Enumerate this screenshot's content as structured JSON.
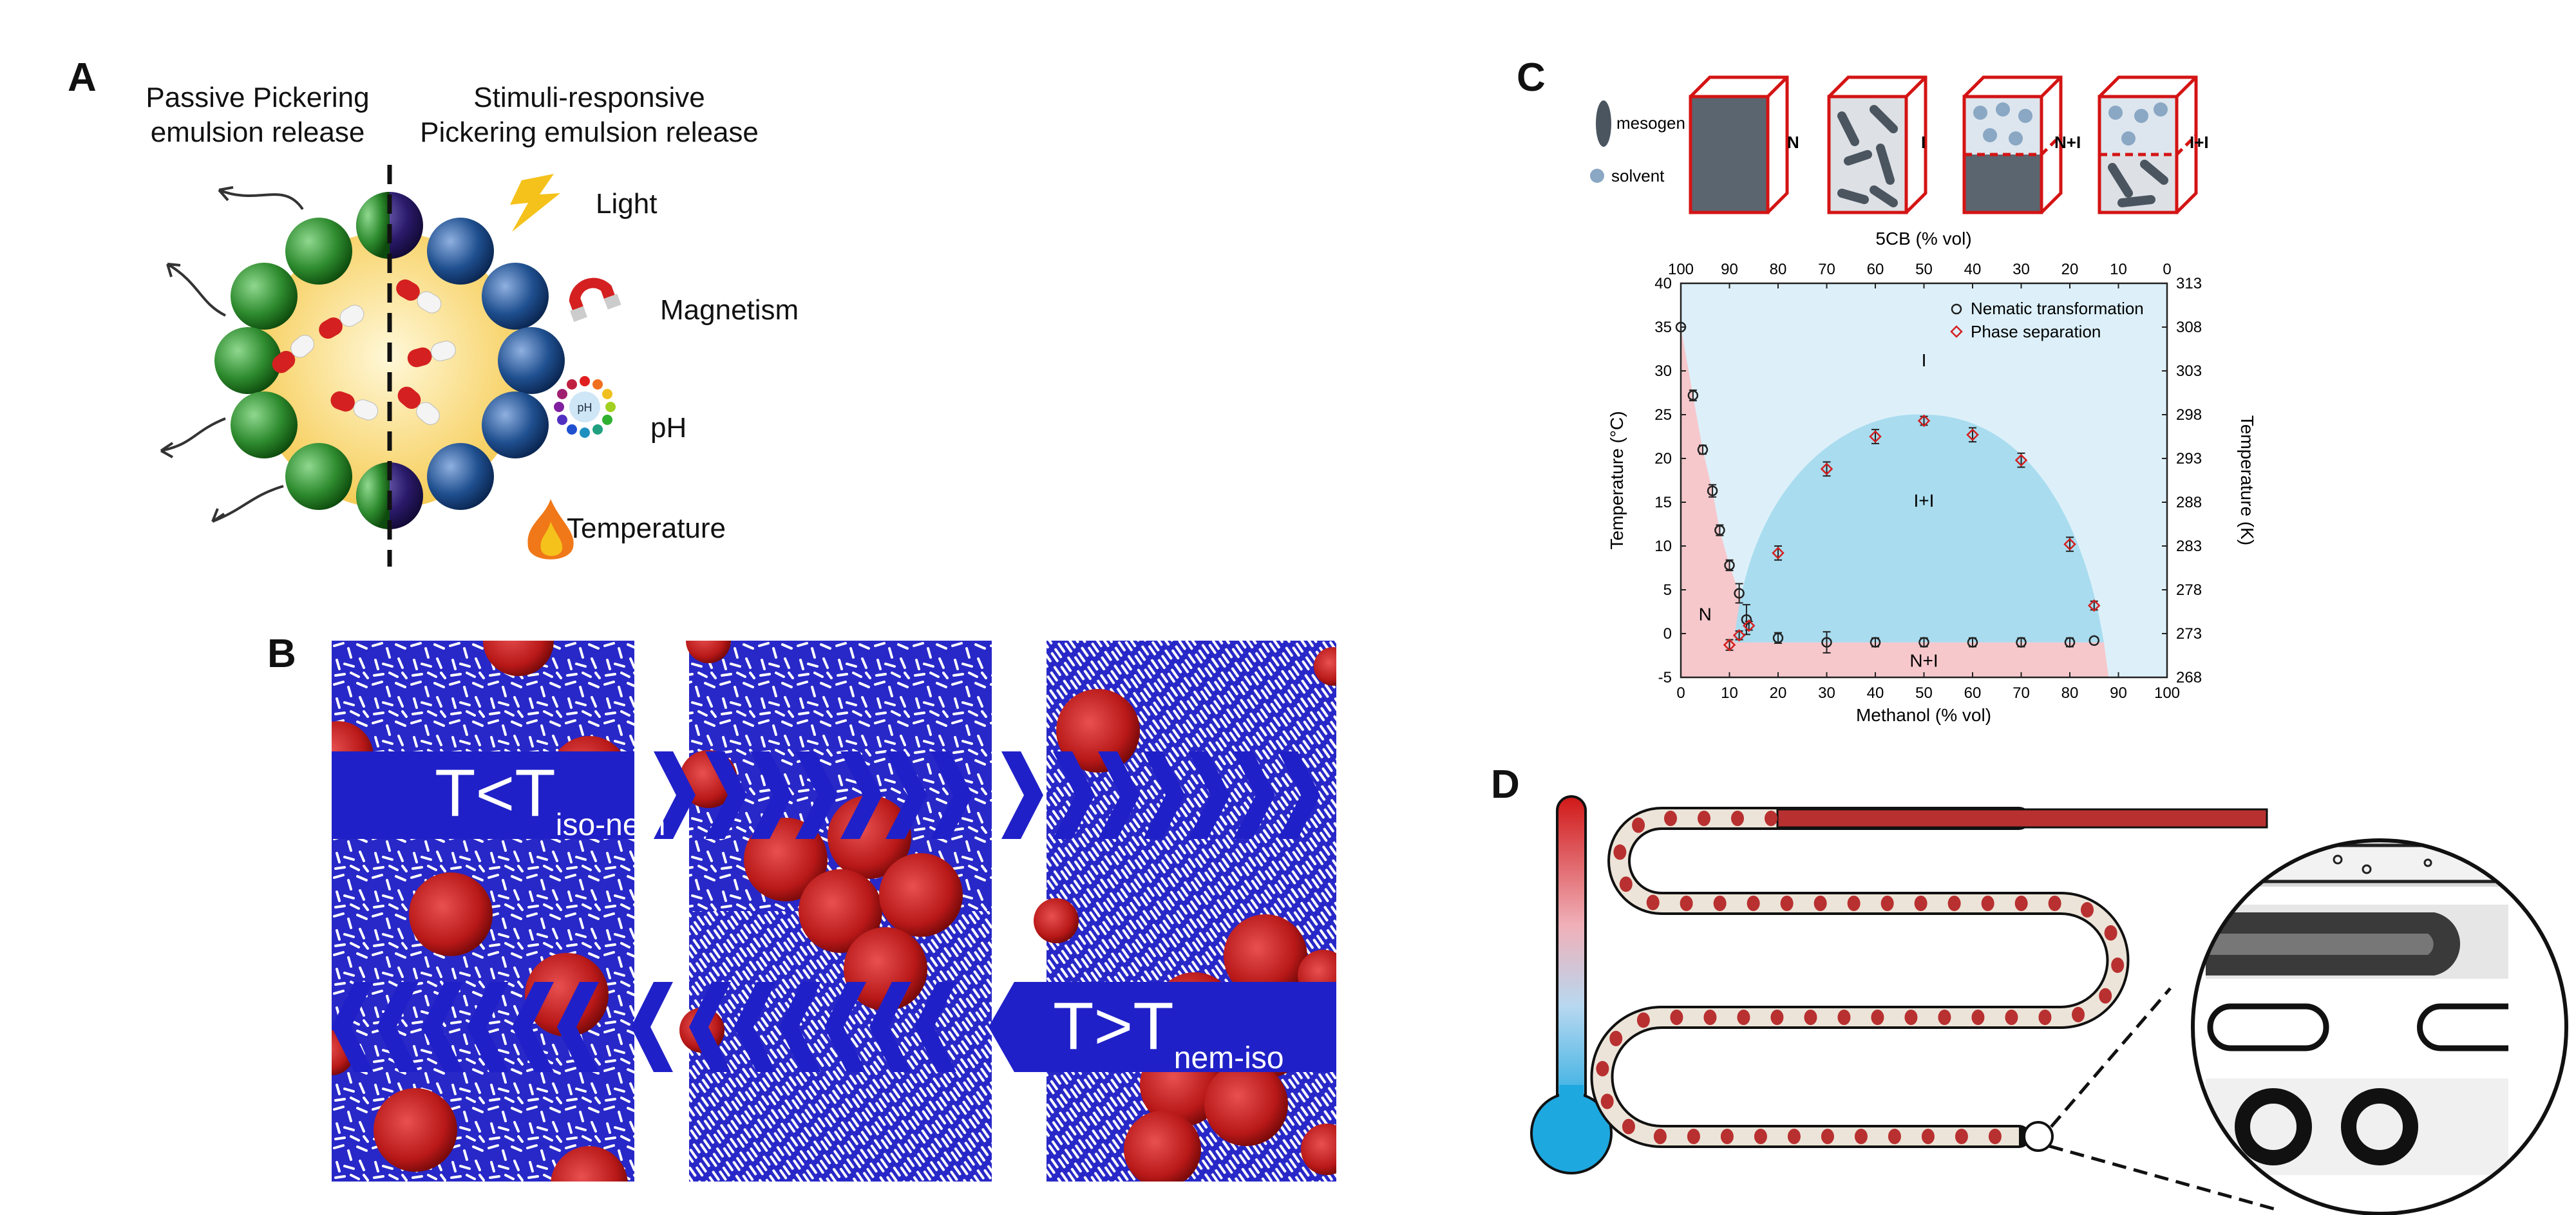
{
  "panelA": {
    "letter": "A",
    "passive_line1": "Passive Pickering",
    "passive_line2": "emulsion release",
    "stimuli_line1": "Stimuli-responsive",
    "stimuli_line2": "Pickering emulsion release",
    "stimuli": [
      "Light",
      "Magnetism",
      "pH",
      "Temperature"
    ],
    "ph_icon_text": "pH"
  },
  "panelB": {
    "letter": "B",
    "cool_label_main": "T<T",
    "cool_label_sub": "iso-nem",
    "heat_label_main": "T>T",
    "heat_label_sub": "nem-iso"
  },
  "panelC": {
    "letter": "C",
    "legend_mesogen": "mesogen",
    "legend_solvent": "solvent",
    "box_labels": [
      "N",
      "I",
      "N+I",
      "I+I"
    ],
    "chart_data": {
      "type": "scatter",
      "top_axis_label": "5CB (% vol)",
      "top_ticks": [
        "100",
        "90",
        "80",
        "70",
        "60",
        "50",
        "40",
        "30",
        "20",
        "10",
        "0"
      ],
      "xlabel": "Methanol (% vol)",
      "ylabel": "Temperature (°C)",
      "ylabel_right": "Temperature (K)",
      "xlim": [
        0,
        100
      ],
      "ylim": [
        -5,
        40
      ],
      "x_ticks": [
        "0",
        "10",
        "20",
        "30",
        "40",
        "50",
        "60",
        "70",
        "80",
        "90",
        "100"
      ],
      "y_ticks": [
        "-5",
        "0",
        "5",
        "10",
        "15",
        "20",
        "25",
        "30",
        "35",
        "40"
      ],
      "y_right_ticks": [
        "268",
        "273",
        "278",
        "283",
        "288",
        "293",
        "298",
        "303",
        "308",
        "313"
      ],
      "region_labels": [
        "I",
        "I+I",
        "N",
        "N+I"
      ],
      "legend": "top-right",
      "series": [
        {
          "name": "Nematic transformation",
          "marker": "circle",
          "color": "#222222",
          "x": [
            0,
            2.5,
            4.5,
            6.5,
            8,
            10,
            12,
            13.5,
            20,
            30,
            40,
            50,
            60,
            70,
            80,
            85
          ],
          "y": [
            35,
            27.2,
            21,
            16.3,
            11.8,
            7.8,
            4.6,
            1.6,
            -0.5,
            -1,
            -1,
            -1,
            -1,
            -1,
            -1,
            -0.8
          ],
          "err": [
            0,
            0.6,
            0.5,
            0.7,
            0.6,
            0.6,
            1.1,
            1.7,
            0.6,
            1.2,
            0.5,
            0.5,
            0.5,
            0.5,
            0.5,
            0
          ]
        },
        {
          "name": "Phase separation",
          "marker": "diamond",
          "color": "#d42020",
          "x": [
            10,
            12,
            14,
            20,
            30,
            40,
            50,
            60,
            70,
            80,
            85
          ],
          "y": [
            -1.3,
            -0.2,
            0.9,
            9.2,
            18.8,
            22.5,
            24.3,
            22.7,
            19.8,
            10.2,
            3.2
          ],
          "err": [
            0.6,
            0.5,
            0.5,
            0.8,
            0.8,
            0.8,
            0.5,
            0.8,
            0.8,
            0.8,
            0.5
          ]
        }
      ]
    }
  },
  "panelD": {
    "letter": "D"
  },
  "colors": {
    "green": "#2e8b2e",
    "blue": "#1f4f8f",
    "purple": "#2a1a6a",
    "lc_blue": "#2a2ad0",
    "red_particle": "#b81818",
    "phase_blue": "#cdeaf6",
    "phase_pink": "#f6c8cc",
    "thermo_top": "#d01818",
    "thermo_bottom": "#1ea8e0"
  }
}
